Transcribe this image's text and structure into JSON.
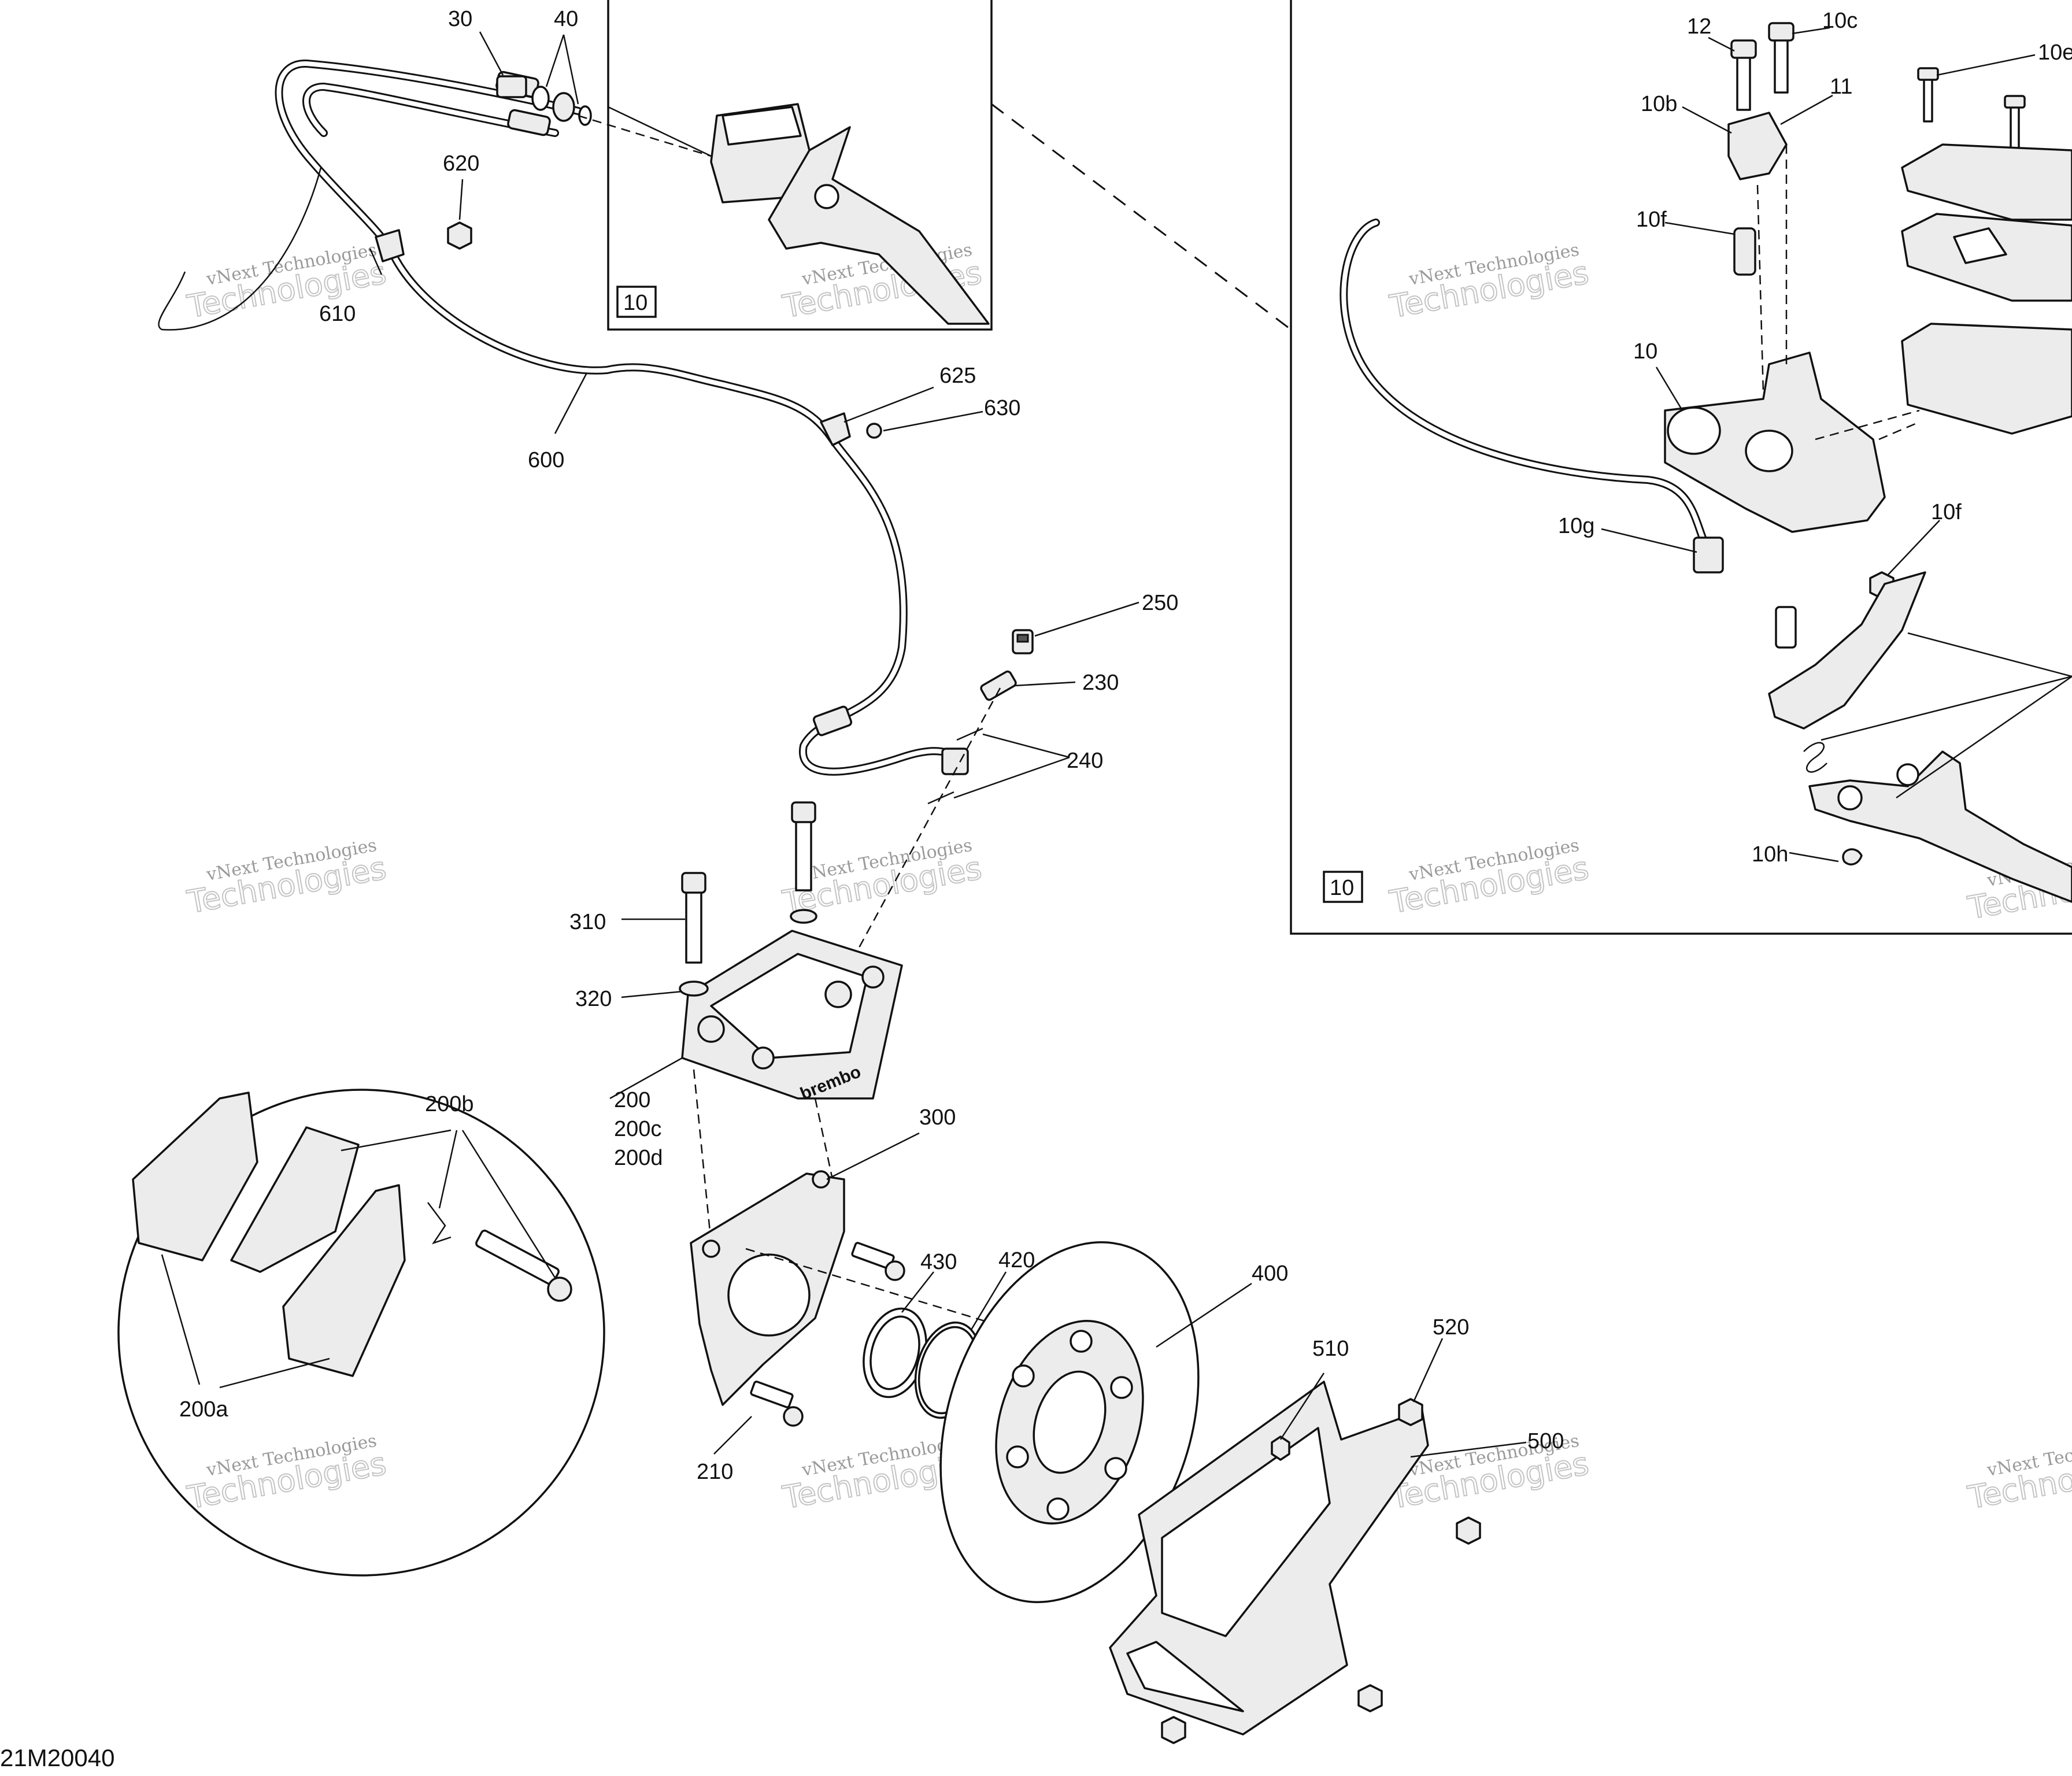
{
  "diagram_code": "21M20040",
  "detail_box_label": "10",
  "callouts": {
    "c30": "30",
    "c40": "40",
    "c620": "620",
    "c610": "610",
    "c600": "600",
    "c625": "625",
    "c630": "630",
    "c250": "250",
    "c230": "230",
    "c240": "240",
    "c310": "310",
    "c320": "320",
    "c200": "200",
    "c200c": "200c",
    "c200d": "200d",
    "c200b": "200b",
    "c200a": "200a",
    "c300": "300",
    "c430": "430",
    "c420": "420",
    "c400": "400",
    "c510": "510",
    "c520": "520",
    "c500": "500",
    "c210": "210",
    "c12": "12",
    "c10c": "10c",
    "c10e": "10e",
    "c10b": "10b",
    "c11": "11",
    "c10f_top": "10f",
    "c10": "10",
    "c10g": "10g",
    "c10f_right": "10f",
    "c10h": "10h"
  },
  "watermark": {
    "line1": "vNext Technologies",
    "line2": "Technologies"
  },
  "caliper_brand": "brembo"
}
